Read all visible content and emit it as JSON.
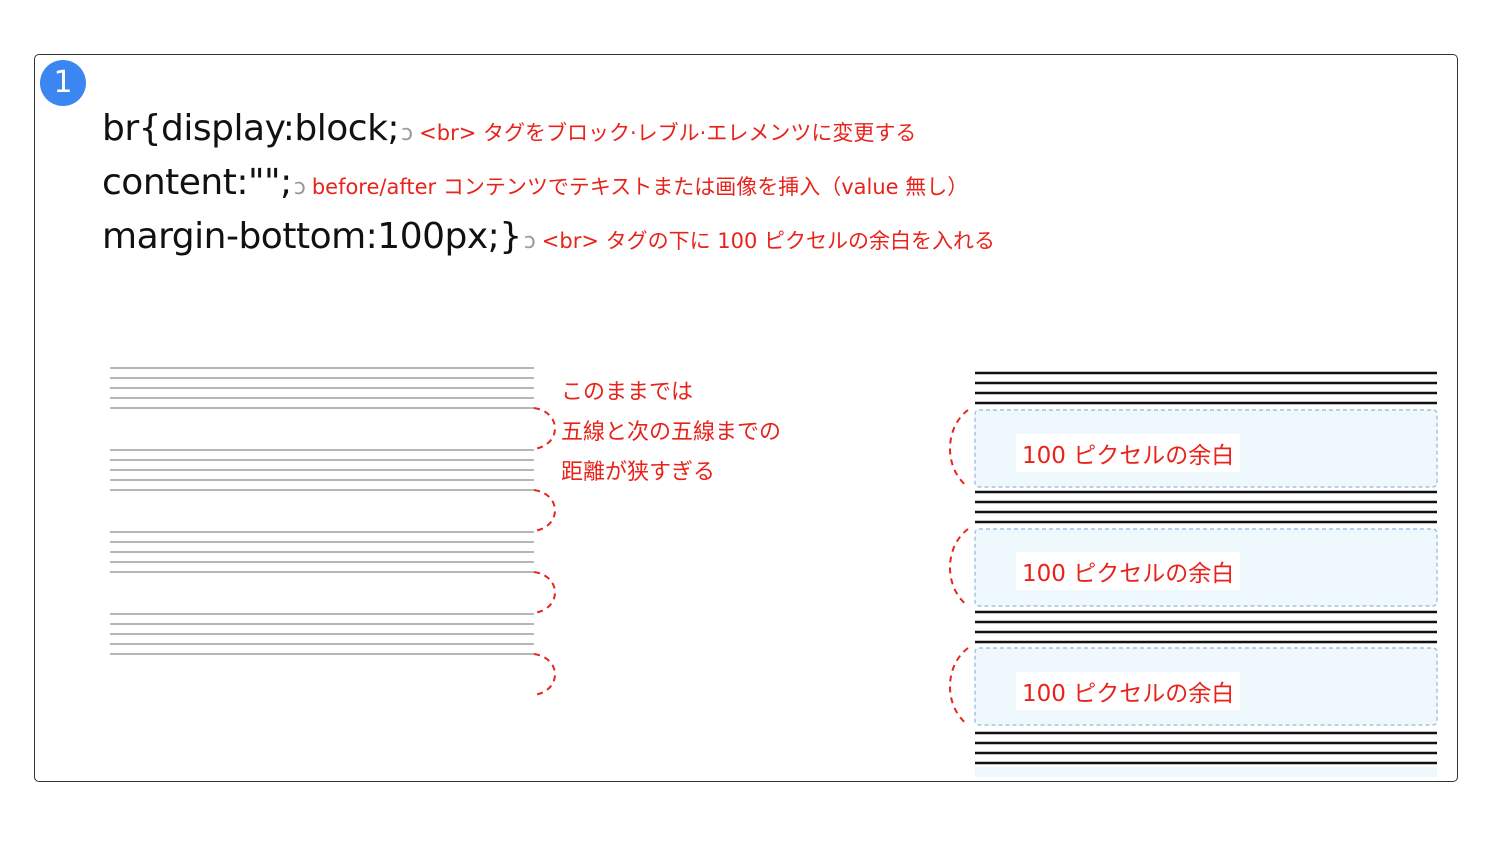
{
  "badge": {
    "label": "1"
  },
  "code": {
    "line1": {
      "text": "br{display:block;",
      "note": "<br> タグをブロック·レブル·エレメンツに変更する"
    },
    "line2": {
      "text": "content:\"\";",
      "note": "before/after コンテンツでテキストまたは画像を挿入（value 無し）"
    },
    "line3": {
      "text": "margin-bottom:100px;}",
      "note": "<br> タグの下に 100 ピクセルの余白を入れる"
    },
    "return_icon": "ↄ"
  },
  "left_note": {
    "line1": "このままでは",
    "line2": "五線と次の五線までの",
    "line3": "距離が狭すぎる"
  },
  "margin_labels": [
    "100 ピクセルの余白",
    "100 ピクセルの余白",
    "100 ピクセルの余白"
  ],
  "colors": {
    "annotation": "#e8231b",
    "badge": "#3b86f0",
    "margin_fill": "#eef8fd",
    "margin_border": "#8fb8dc"
  }
}
